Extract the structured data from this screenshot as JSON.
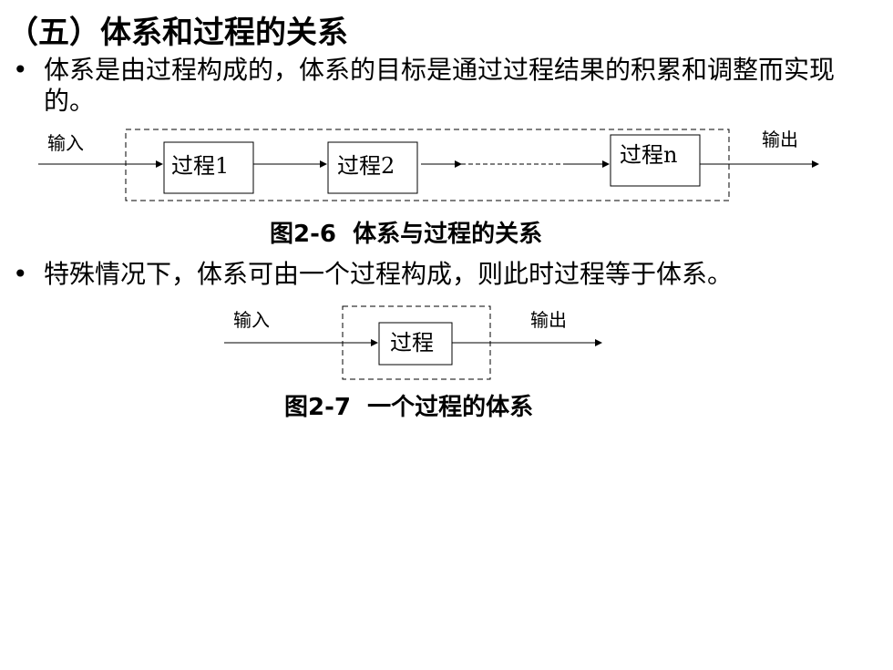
{
  "slide": {
    "title": "（五）体系和过程的关系",
    "bullets": [
      "体系是由过程构成的，体系的目标是通过过程结果的积累和调整而实现的。",
      "特殊情况下，体系可由一个过程构成，则此时过程等于体系。"
    ]
  },
  "figure1": {
    "caption": "图2-6  体系与过程的关系",
    "input_label": "输入",
    "output_label": "输出",
    "process_labels": [
      "过程1",
      "过程2",
      "过程n"
    ]
  },
  "figure2": {
    "caption": "图2-7  一个过程的体系",
    "input_label": "输入",
    "output_label": "输出",
    "process_label": "过程"
  }
}
